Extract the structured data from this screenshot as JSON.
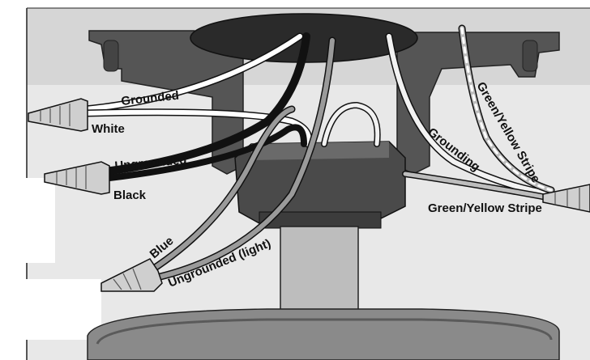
{
  "labels": {
    "grounded": "Grounded",
    "white": "White",
    "ungrounded": "Ungrounded",
    "black": "Black",
    "blue": "Blue",
    "ungrounded_light": "Ungrounded (light)",
    "grounding": "Grounding",
    "green_yellow_stripe_diagonal": "Green/Yellow Stripe",
    "green_yellow_stripe": "Green/Yellow Stripe"
  },
  "colors": {
    "ceiling": "#e6e6e6",
    "bracket": "#4f4f4f",
    "canopy": "#2a2a2a",
    "wire_white": "#ffffff",
    "wire_black": "#111111",
    "wire_gray": "#9a9a9a",
    "wire_nut": "#cfcfcf"
  }
}
